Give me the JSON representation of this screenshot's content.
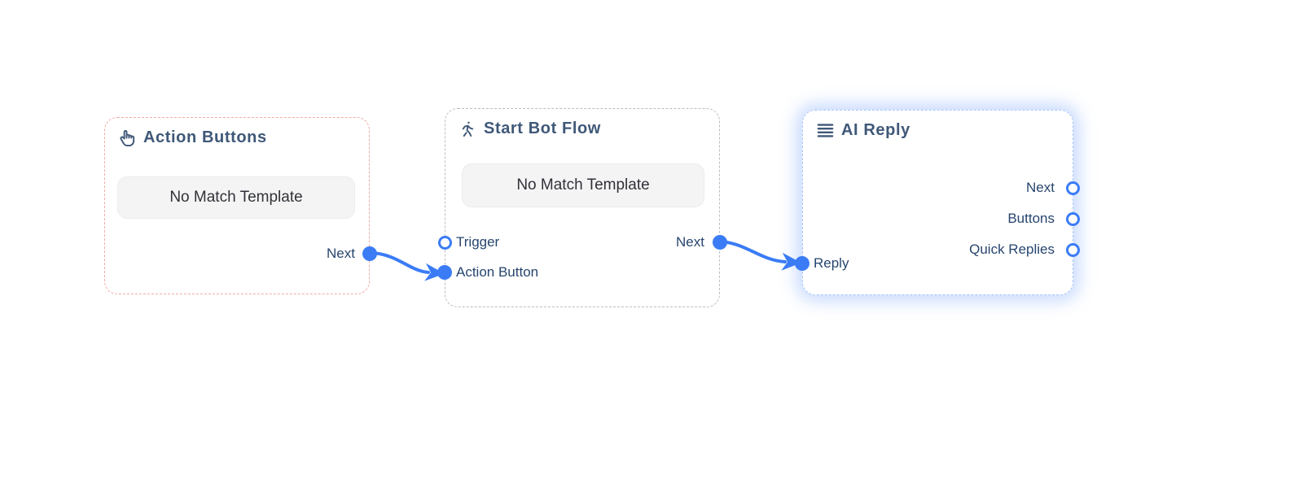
{
  "app": {
    "view": "bot-flow-builder-canvas",
    "background": "#ffffff"
  },
  "colors": {
    "accent_blue": "#3b7cf6",
    "title_text": "#3f5878",
    "port_label_text": "#27456e",
    "button_bg": "#f4f4f5",
    "button_text": "#313238",
    "action_buttons_border": "#f2aaa2",
    "start_bot_flow_border": "#b9bdc4",
    "ai_reply_border": "#a9c7f8",
    "ai_reply_glow": "rgba(110,158,250,0.38)"
  },
  "nodes": {
    "action_buttons": {
      "title": "Action Buttons",
      "icon": "hand-pointer-icon",
      "button_label": "No Match Template",
      "ports": {
        "next": "Next"
      }
    },
    "start_bot_flow": {
      "title": "Start Bot Flow",
      "icon": "walking-person-icon",
      "button_label": "No Match Template",
      "ports": {
        "trigger": "Trigger",
        "action_button": "Action Button",
        "next": "Next"
      }
    },
    "ai_reply": {
      "title": "AI Reply",
      "icon": "list-icon",
      "selected": true,
      "ports": {
        "next": "Next",
        "buttons": "Buttons",
        "quick_replies": "Quick Replies",
        "reply": "Reply"
      }
    }
  },
  "connections": [
    {
      "from": "action_buttons.next",
      "to": "start_bot_flow.action_button"
    },
    {
      "from": "start_bot_flow.next",
      "to": "ai_reply.reply"
    }
  ]
}
